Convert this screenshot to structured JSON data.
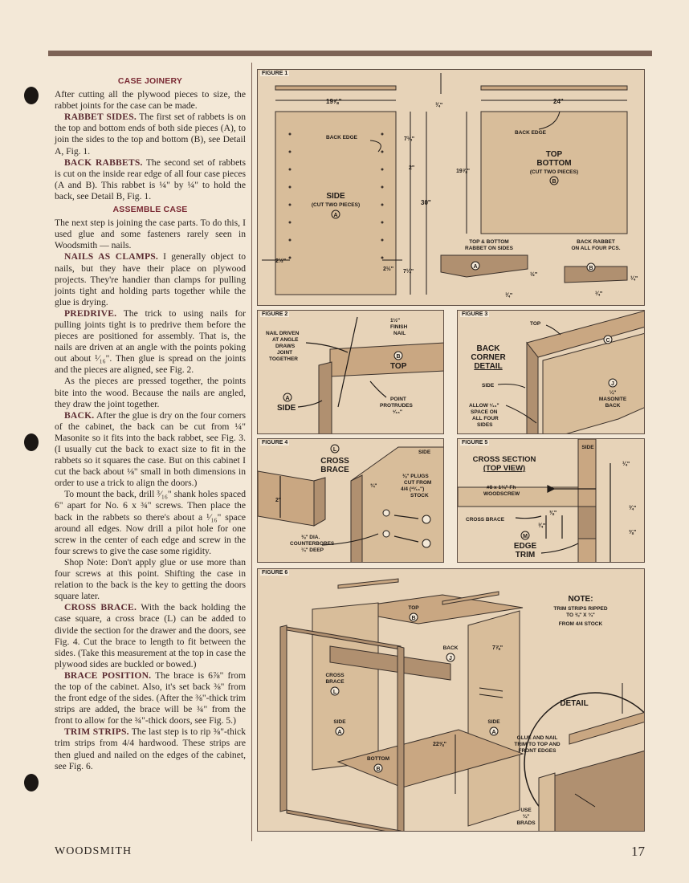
{
  "sections": {
    "case_joinery": "CASE JOINERY",
    "assemble_case": "ASSEMBLE CASE"
  },
  "text": {
    "p1": "After cutting all the plywood pieces to size, the rabbet joints for the case can be made.",
    "k_rabbet_sides": "RABBET SIDES.",
    "p2": " The first set of rabbets is on the top and bottom ends of both side pieces (A), to join the sides to the top and bottom (B), see Detail A, Fig. 1.",
    "k_back_rabbets": "BACK RABBETS.",
    "p3": " The second set of rabbets is cut on the inside rear edge of all four case pieces (A and B). This rabbet is ¼\" by ¼\" to hold the back, see Detail B, Fig. 1.",
    "p4": "The next step is joining the case parts. To do this, I used glue and some fasteners rarely seen in Woodsmith — nails.",
    "k_nails": "NAILS AS CLAMPS.",
    "p5": " I generally object to nails, but they have their place on plywood projects. They're handier than clamps for pulling joints tight and holding parts together while the glue is drying.",
    "k_predrive": "PREDRIVE.",
    "p6": " The trick to using nails for pulling joints tight is to predrive them before the pieces are positioned for assembly. That is, the nails are driven at an angle with the points poking out about ¹⁄₁₆\". Then glue is spread on the joints and the pieces are aligned, see Fig. 2.",
    "p7": "As the pieces are pressed together, the points bite into the wood. Because the nails are angled, they draw the joint together.",
    "k_back": "BACK.",
    "p8": " After the glue is dry on the four corners of the cabinet, the back can be cut from ¼\" Masonite so it fits into the back rabbet, see Fig. 3. (I usually cut the back to exact size to fit in the rabbets so it squares the case. But on this cabinet I cut the back about ⅛\" small in both dimensions in order to use a trick to align the doors.)",
    "p9": "To mount the back, drill ³⁄₁₆\" shank holes spaced 6\" apart for No. 6 x ¾\" screws. Then place the back in the rabbets so there's about a ¹⁄₁₆\" space around all edges. Now drill a pilot hole for one screw in the center of each edge and screw in the four screws to give the case some rigidity.",
    "p10": "Shop Note: Don't apply glue or use more than four screws at this point. Shifting the case in relation to the back is the key to getting the doors square later.",
    "k_cross": "CROSS BRACE.",
    "p11": " With the back holding the case square, a cross brace (L) can be added to divide the section for the drawer and the doors, see Fig. 4. Cut the brace to length to fit between the sides. (Take this measurement at the top in case the plywood sides are buckled or bowed.)",
    "k_brace_pos": "BRACE POSITION.",
    "p12": " The brace is 6⅞\" from the top of the cabinet. Also, it's set back ⅜\" from the front edge of the sides. (After the ⅜\"-thick trim strips are added, the brace will be ¾\" from the front to allow for the ¾\"-thick doors, see Fig. 5.)",
    "k_trim": "TRIM STRIPS.",
    "p13": " The last step is to rip ⅜\"-thick trim strips from 4/4 hardwood. These strips are then glued and nailed on the edges of the cabinet, see Fig. 6."
  },
  "figures": {
    "fig1": {
      "label": "FIGURE 1",
      "dim_width_side": "19⅞\"",
      "dim_width_top": "24\"",
      "dim_thickness": "¾\"",
      "dim_7q_top": "7¼\"",
      "dim_2": "2\"",
      "dim_30": "30\"",
      "dim_7q_bot": "7¼\"",
      "dim_19_top": "19⅞\"",
      "dim_2h_left": "2½\"",
      "dim_2h_right": "2½\"",
      "back_edge_side": "BACK EDGE",
      "side_title": "SIDE",
      "side_sub": "(CUT TWO PIECES)",
      "side_letter": "A",
      "back_edge_top": "BACK EDGE",
      "top_title": "TOP",
      "bottom_title": "BOTTOM",
      "top_sub": "(CUT TWO PIECES)",
      "top_letter": "B",
      "detail_a_title1": "TOP & BOTTOM",
      "detail_a_title2": "RABBET ON SIDES",
      "detail_a_letter": "A",
      "detail_a_dim1": "½\"",
      "detail_a_dim2": "¾\"",
      "detail_b_title1": "BACK RABBET",
      "detail_b_title2": "ON ALL FOUR PCS.",
      "detail_b_letter": "B",
      "detail_b_dim1": "¼\"",
      "detail_b_dim2": "¼\""
    },
    "fig2": {
      "label": "FIGURE 2",
      "nail_note1": "NAIL DRIVEN",
      "nail_note2": "AT ANGLE",
      "nail_note3": "DRAWS",
      "nail_note4": "JOINT",
      "nail_note5": "TOGETHER",
      "finish1": "1½\"",
      "finish2": "FINISH",
      "finish3": "NAIL",
      "top": "TOP",
      "top_letter": "B",
      "side": "SIDE",
      "side_letter": "A",
      "point1": "POINT",
      "point2": "PROTRUDES",
      "point3": "¹⁄₁₆\""
    },
    "fig3": {
      "label": "FIGURE 3",
      "title1": "BACK",
      "title2": "CORNER",
      "title3": "DETAIL",
      "top": "TOP",
      "side": "SIDE",
      "allow1": "ALLOW ¹⁄₁₆\"",
      "allow2": "SPACE ON",
      "allow3": "ALL FOUR",
      "allow4": "SIDES",
      "masonite1": "¼\"",
      "masonite2": "MASONITE",
      "masonite3": "BACK",
      "letter_j": "J",
      "letter_c": "C"
    },
    "fig4": {
      "label": "FIGURE 4",
      "letter": "L",
      "title1": "CROSS",
      "title2": "BRACE",
      "dim2": "2\"",
      "side": "SIDE",
      "plug1": "⅜\" PLUGS",
      "plug2": "CUT FROM",
      "plug3": "4/4 (¹³⁄₁₆\")",
      "plug4": "STOCK",
      "dim_34": "¾\"",
      "cb1": "⅜\" DIA.",
      "cb2": "COUNTERBORES",
      "cb3": "¼\" DEEP"
    },
    "fig5": {
      "label": "FIGURE 5",
      "title1": "CROSS SECTION",
      "title2": "(TOP VIEW)",
      "side": "SIDE",
      "screw1": "#8 x 1¼\" Fh",
      "screw2": "WOODSCREW",
      "cross": "CROSS BRACE",
      "letter": "M",
      "edge1": "EDGE",
      "edge2": "TRIM",
      "d1": "¼\"",
      "d2": "⅜\"",
      "d3": "¾\"",
      "d4": "¾\"",
      "d5": "⅜\""
    },
    "fig6": {
      "label": "FIGURE 6",
      "note1": "NOTE:",
      "note2": "TRIM STRIPS RIPPED",
      "note3": "TO ⅜\" X ¾\"",
      "note4": "FROM 4/4 STOCK",
      "top": "TOP",
      "top_letter": "B",
      "back": "BACK",
      "back_letter": "J",
      "dim_78": "7⅞\"",
      "cross1": "CROSS",
      "cross2": "BRACE",
      "cross_letter": "L",
      "side_l": "SIDE",
      "side_l_letter": "A",
      "side_r": "SIDE",
      "side_r_letter": "A",
      "dim_22": "22⅝\"",
      "bottom": "BOTTOM",
      "bottom_letter": "B",
      "detail": "DETAIL",
      "glue1": "GLUE AND NAIL",
      "glue2": "TRIM TO TOP AND",
      "glue3": "FRONT EDGES",
      "use1": "USE",
      "use2": "¾\"",
      "use3": "BRADS"
    }
  },
  "footer": {
    "magazine": "WOODSMITH",
    "page": "17"
  }
}
